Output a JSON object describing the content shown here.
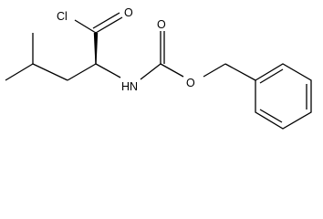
{
  "labels": {
    "chlorine": "Cl",
    "acyl_oxygen": "O",
    "carbamate_carbonyl_oxygen": "O",
    "ester_oxygen": "O",
    "amine": "HN"
  }
}
